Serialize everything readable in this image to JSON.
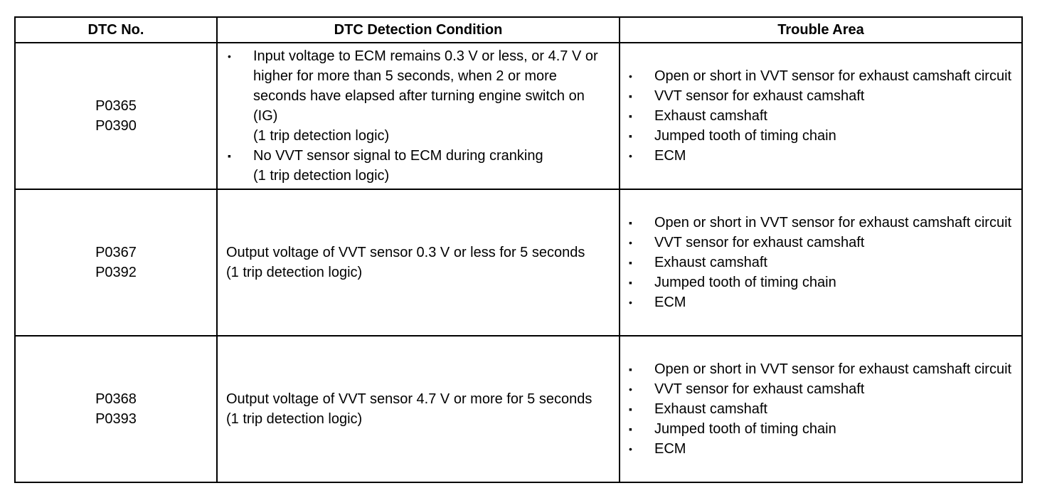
{
  "table": {
    "headers": {
      "dtc_no": "DTC No.",
      "condition": "DTC Detection Condition",
      "trouble_area": "Trouble Area"
    },
    "rows": [
      {
        "codes": [
          "P0365",
          "P0390"
        ],
        "conditions": [
          {
            "bullet": "•",
            "text": "Input voltage to ECM remains 0.3 V or less, or 4.7 V or higher for more than 5 seconds, when 2 or more seconds have elapsed after turning engine switch on (IG)",
            "note": "(1 trip detection logic)"
          },
          {
            "bullet": "▪",
            "text": "No VVT sensor signal to ECM during cranking",
            "note": "(1 trip detection logic)"
          }
        ],
        "areas": [
          {
            "bullet": "•",
            "text": "Open or short in VVT sensor for exhaust camshaft circuit"
          },
          {
            "bullet": "▪",
            "text": "VVT sensor for exhaust camshaft"
          },
          {
            "bullet": "▪",
            "text": "Exhaust camshaft"
          },
          {
            "bullet": "▪",
            "text": "Jumped tooth of timing chain"
          },
          {
            "bullet": "•",
            "text": "ECM"
          }
        ]
      },
      {
        "codes": [
          "P0367",
          "P0392"
        ],
        "condition_text": "Output voltage of VVT sensor 0.3 V or less for 5 seconds",
        "condition_note": "(1 trip detection logic)",
        "areas": [
          {
            "bullet": "▪",
            "text": "Open or short in VVT sensor for exhaust camshaft circuit"
          },
          {
            "bullet": "•",
            "text": "VVT sensor for exhaust camshaft"
          },
          {
            "bullet": "▪",
            "text": "Exhaust camshaft"
          },
          {
            "bullet": "▪",
            "text": "Jumped tooth of timing chain"
          },
          {
            "bullet": "•",
            "text": "ECM"
          }
        ]
      },
      {
        "codes": [
          "P0368",
          "P0393"
        ],
        "condition_text": "Output voltage of VVT sensor 4.7 V or more for 5 seconds",
        "condition_note": "(1 trip detection logic)",
        "areas": [
          {
            "bullet": "▪",
            "text": "Open or short in VVT sensor for exhaust camshaft circuit"
          },
          {
            "bullet": "•",
            "text": "VVT sensor for exhaust camshaft"
          },
          {
            "bullet": "▪",
            "text": "Exhaust camshaft"
          },
          {
            "bullet": "▪",
            "text": "Jumped tooth of timing chain"
          },
          {
            "bullet": "•",
            "text": "ECM"
          }
        ]
      }
    ]
  }
}
